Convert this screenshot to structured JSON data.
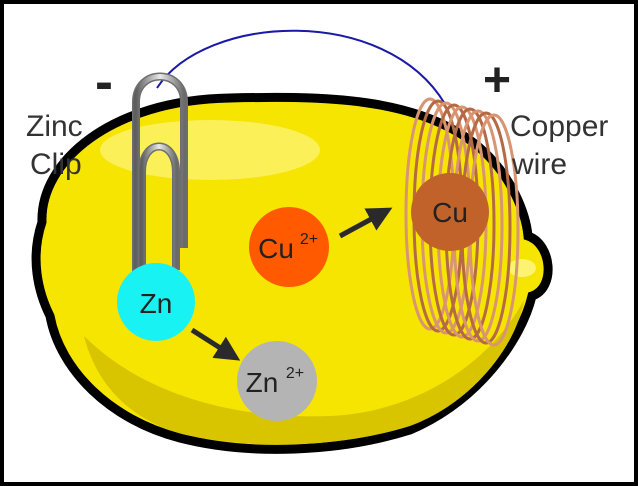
{
  "terminals": {
    "negative_sign": "-",
    "positive_sign": "+"
  },
  "labels": {
    "zinc_line1": "Zinc",
    "zinc_line2": "Clip",
    "copper_line1": "Copper",
    "copper_line2": "wire"
  },
  "ions": {
    "zn_atom": "Zn",
    "zn_ion_base": "Zn",
    "zn_ion_charge": "2+",
    "cu_ion_base": "Cu",
    "cu_ion_charge": "2+",
    "cu_atom": "Cu"
  },
  "colors": {
    "background": "#ffffff",
    "frame": "#000000",
    "lemon_body": "#f5e500",
    "lemon_shadow": "#d9c400",
    "lemon_highlight": "#fff9a0",
    "wire": "#1a1aa6",
    "zn_atom": "#19f2f2",
    "zn_ion": "#b4b4b4",
    "cu_ion": "#ff5a00",
    "cu_atom": "#c0622a",
    "copper_coil": "#c8805a",
    "clip": "#9a9a9a",
    "arrow": "#2a2a2a"
  }
}
